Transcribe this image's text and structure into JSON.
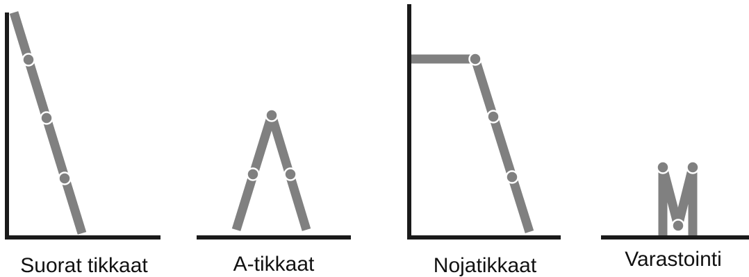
{
  "colors": {
    "line": "#1a1a1a",
    "ladder": "#808080",
    "hinge_outline": "#ffffff",
    "background": "#ffffff"
  },
  "panels": [
    {
      "id": "straight",
      "caption": "Suorat tikkaat"
    },
    {
      "id": "a-frame",
      "caption": "A-tikkaat"
    },
    {
      "id": "leaning",
      "caption": "Nojatikkaat"
    },
    {
      "id": "storage",
      "caption": "Varastointi"
    }
  ]
}
